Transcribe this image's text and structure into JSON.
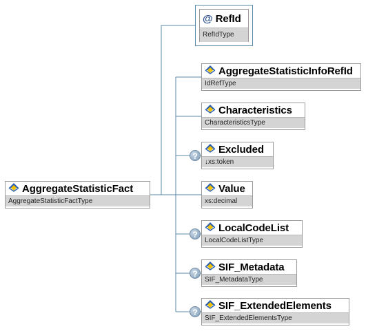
{
  "diagram": {
    "root": {
      "name": "AggregateStatisticFact",
      "type": "AggregateStatisticFactType"
    },
    "attribute": {
      "icon": "attribute-at-icon",
      "glyph": "@",
      "name": "RefId",
      "type": "RefIdType"
    },
    "children": [
      {
        "id": "aggregate-statistic-info-refid",
        "name": "AggregateStatisticInfoRefId",
        "type": "IdRefType",
        "optional": false
      },
      {
        "id": "characteristics",
        "name": "Characteristics",
        "type": "CharacteristicsType",
        "optional": false
      },
      {
        "id": "excluded",
        "name": "Excluded",
        "type": "↓xs:token",
        "optional": true
      },
      {
        "id": "value",
        "name": "Value",
        "type": "xs:decimal",
        "optional": false
      },
      {
        "id": "local-code-list",
        "name": "LocalCodeList",
        "type": "LocalCodeListType",
        "optional": true
      },
      {
        "id": "sif-metadata",
        "name": "SIF_Metadata",
        "type": "SIF_MetadataType",
        "optional": true
      },
      {
        "id": "sif-extended-elements",
        "name": "SIF_ExtendedElements",
        "type": "SIF_ExtendedElementsType",
        "optional": true
      }
    ],
    "optional_marker": "?",
    "colors": {
      "connector": "#5b8aa8",
      "type_band": "#d4d4d4",
      "icon_blue": "#2a5fb0",
      "icon_yellow": "#f2c200"
    }
  }
}
